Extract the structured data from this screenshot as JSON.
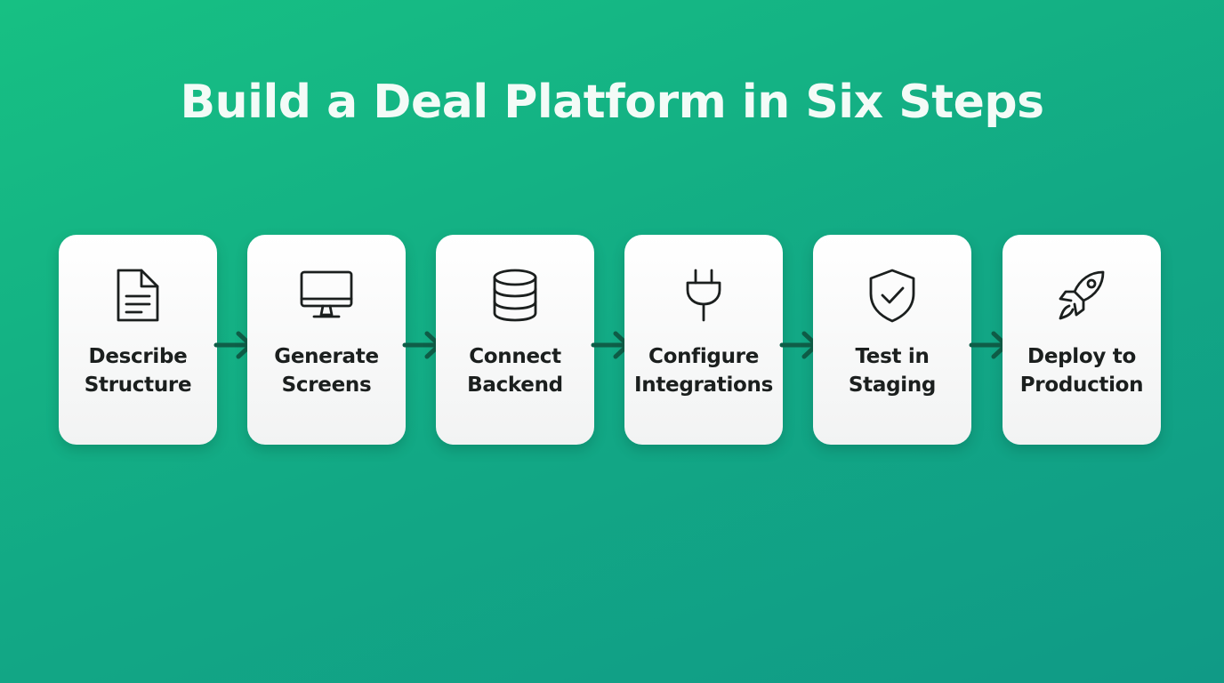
{
  "title": "Build a Deal Platform in Six Steps",
  "steps": [
    {
      "line1": "Describe",
      "line2": "Structure",
      "icon": "document-icon"
    },
    {
      "line1": "Generate",
      "line2": "Screens",
      "icon": "monitor-icon"
    },
    {
      "line1": "Connect",
      "line2": "Backend",
      "icon": "database-icon"
    },
    {
      "line1": "Configure",
      "line2": "Integrations",
      "icon": "plug-icon"
    },
    {
      "line1": "Test in",
      "line2": "Staging",
      "icon": "shield-check-icon"
    },
    {
      "line1": "Deploy to",
      "line2": "Production",
      "icon": "rocket-icon"
    }
  ],
  "colors": {
    "background_start": "#17c083",
    "background_end": "#109a86",
    "card": "#ffffff",
    "icon_stroke": "#1b1f1e",
    "arrow": "#0f5e48",
    "title": "#f3fbf7"
  }
}
